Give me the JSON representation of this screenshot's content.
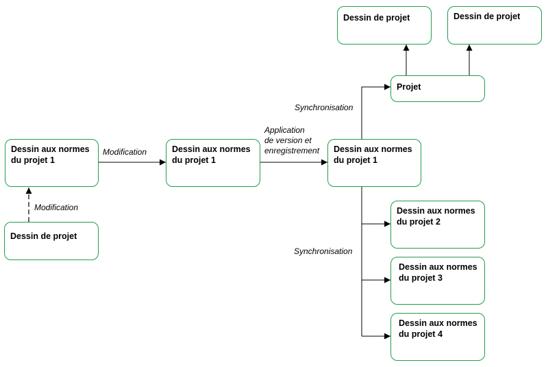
{
  "nodes": {
    "n_local_standard": [
      "Dessin aux normes",
      "du projet 1"
    ],
    "n_local_project": [
      "Dessin de projet"
    ],
    "n_mid_standard": [
      "Dessin aux normes",
      "du projet 1"
    ],
    "n_center_standard": [
      "Dessin aux normes",
      "du projet 1"
    ],
    "n_projet": [
      "Projet"
    ],
    "n_top_left": [
      "Dessin de projet"
    ],
    "n_top_right": [
      "Dessin de projet"
    ],
    "n_std2": [
      "Dessin aux normes",
      "du projet 2"
    ],
    "n_std3": [
      "Dessin aux normes",
      "du projet 3"
    ],
    "n_std4": [
      "Dessin aux normes",
      "du projet 4"
    ]
  },
  "edges": {
    "modification_right": "Modification",
    "modification_up": "Modification",
    "application": [
      "Application",
      "de version et",
      "enregistrement"
    ],
    "sync_top": "Synchronisation",
    "sync_bottom": "Synchronisation"
  },
  "colors": {
    "node_border": "#1f9e4a",
    "line": "#000000"
  }
}
